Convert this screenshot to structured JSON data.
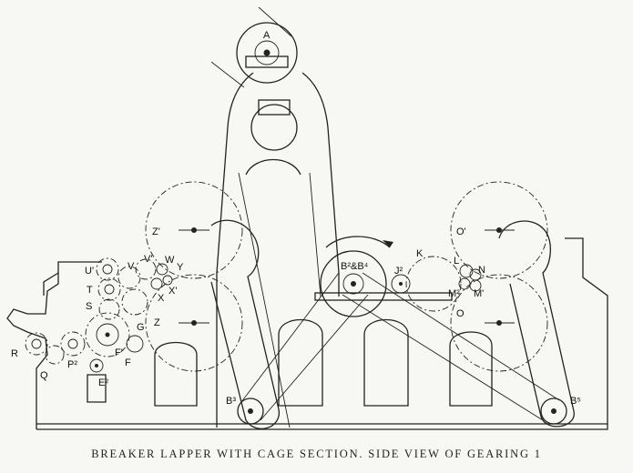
{
  "caption": "BREAKER LAPPER WITH CAGE SECTION. SIDE VIEW OF GEARING 1",
  "labels": {
    "a": "A",
    "b2b4": "B²&B⁴",
    "b3": "B³",
    "b5": "B⁵",
    "j2": "J²",
    "k": "K",
    "l": "L",
    "n": "N",
    "m2": "M²",
    "m1": "M'",
    "o": "O",
    "o1": "O'",
    "z1": "Z'",
    "z": "Z",
    "w": "W",
    "y": "Y",
    "x": "X",
    "x1": "X'",
    "v1": "V'",
    "v": "V",
    "u1": "U'",
    "t": "T",
    "s": "S",
    "g": "G",
    "f1": "F'",
    "f": "F",
    "r": "R",
    "q": "Q",
    "p2": "P²",
    "e2": "E²"
  }
}
